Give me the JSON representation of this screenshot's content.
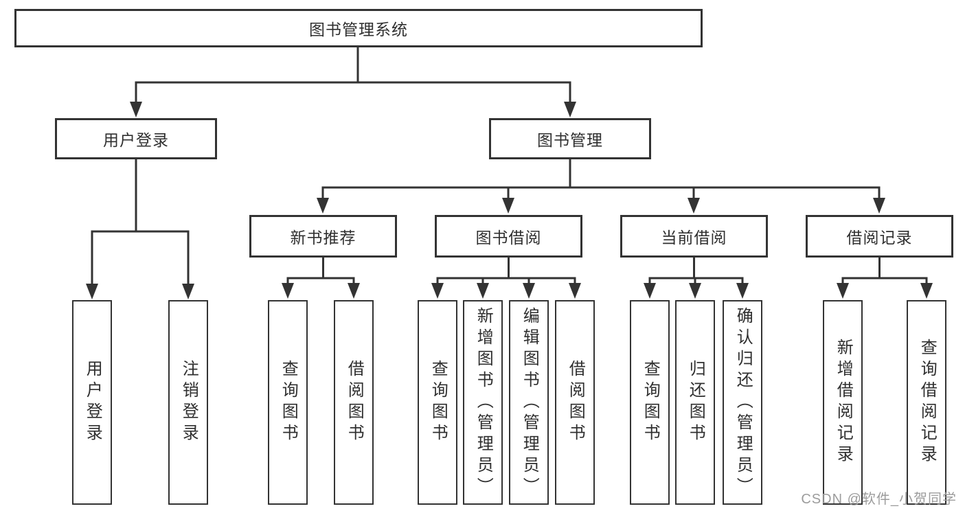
{
  "colors": {
    "background": "#ffffff",
    "line": "#333333",
    "box_border": "#333333",
    "text": "#2f2f2f",
    "watermark": "#9c9c9c"
  },
  "tree": {
    "root": "图书管理系统",
    "branches": [
      {
        "label": "用户登录",
        "children": [
          "用户登录",
          "注销登录"
        ]
      },
      {
        "label": "图书管理",
        "children": [
          {
            "label": "新书推荐",
            "children": [
              "查询图书",
              "借阅图书"
            ]
          },
          {
            "label": "图书借阅",
            "children": [
              "查询图书",
              "新增图书（管理员）",
              "编辑图书（管理员）",
              "借阅图书"
            ]
          },
          {
            "label": "当前借阅",
            "children": [
              "查询图书",
              "归还图书",
              "确认归还（管理员）"
            ]
          },
          {
            "label": "借阅记录",
            "children": [
              "新增借阅记录",
              "查询借阅记录"
            ]
          }
        ]
      }
    ]
  },
  "watermark": "CSDN @软件_小贺同学"
}
